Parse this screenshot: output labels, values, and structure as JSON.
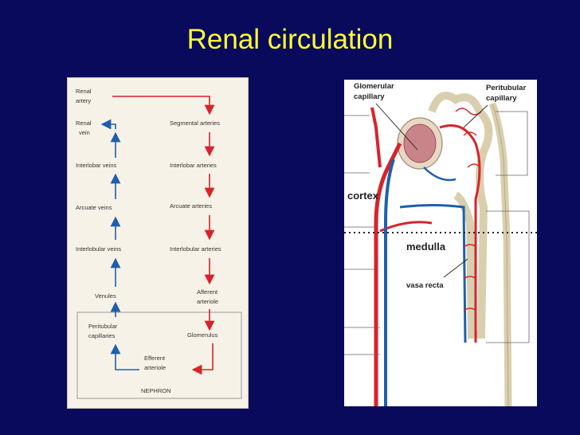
{
  "title": "Renal circulation",
  "flow": {
    "renal_artery": [
      "Renal",
      "artery"
    ],
    "renal_vein": [
      "Renal",
      "vein"
    ],
    "segmental_arteries": "Segmental arteries",
    "interlobar_veins": "Interlobar veins",
    "interlobar_arteries": "Interlobar arteries",
    "arcuate_veins": "Arcuate veins",
    "arcuate_arteries": "Arcuate arteries",
    "interlobular_veins": "Interlobular veins",
    "interlobular_arteries": "Interlobular arteries",
    "venules": "Venules",
    "afferent_arteriole": [
      "Afferent",
      "arteriole"
    ],
    "peritubular_capillaries": [
      "Peritubular",
      "capillaries"
    ],
    "glomerulus": "Glomerulus",
    "efferent_arteriole": [
      "Efferent",
      "arteriole"
    ],
    "nephron": "NEPHRON"
  },
  "anatomy": {
    "glomerular_capillary": [
      "Glomerular",
      "capillary"
    ],
    "peritubular_capillary": [
      "Peritubular",
      "capillary"
    ],
    "cortex": "cortex",
    "medulla": "medulla",
    "vasa_recta": "vasa recta"
  },
  "colors": {
    "background": "#0a0a5c",
    "title": "#ffff33",
    "artery": "#d8232a",
    "vein": "#1f5fae"
  }
}
